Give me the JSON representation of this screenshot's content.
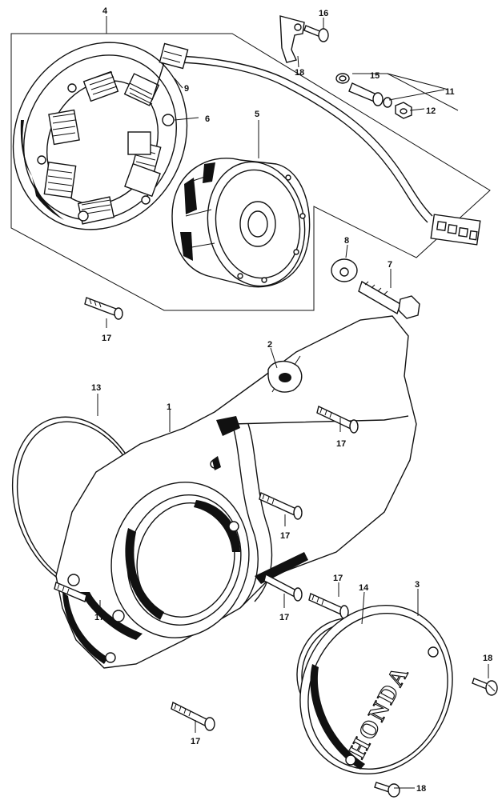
{
  "diagram": {
    "callouts": {
      "c1": "1",
      "c2": "2",
      "c3": "3",
      "c4": "4",
      "c5": "5",
      "c6": "6",
      "c7": "7",
      "c8": "8",
      "c9": "9",
      "c11": "11",
      "c12": "12",
      "c13": "13",
      "c14": "14",
      "c15": "15",
      "c16": "16",
      "c17a": "17",
      "c17b": "17",
      "c17c": "17",
      "c17d": "17",
      "c17e": "17",
      "c17f": "17",
      "c17g": "17",
      "c18a": "18",
      "c18b": "18",
      "c18c": "18"
    },
    "cover_logo": "HONDA"
  }
}
